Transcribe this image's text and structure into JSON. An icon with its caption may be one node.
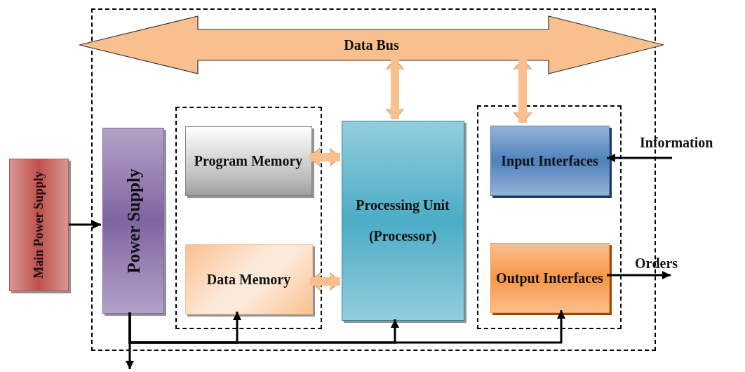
{
  "diagram": {
    "nodes": [
      {
        "text": [],
        "shape": "box"
      },
      {
        "text": [
          "Data Bus"
        ],
        "in": 0
      },
      {
        "text": [],
        "shape": "box",
        "in": 0
      },
      {
        "text": [
          "Program Memory"
        ],
        "in": 2
      },
      {
        "text": [
          "Data Memory"
        ],
        "in": 2
      },
      {
        "text": [
          "Power Supply"
        ],
        "in": 0
      },
      {
        "text": [
          "Processing Unit",
          "(Processor)"
        ],
        "in": 0
      },
      {
        "text": [],
        "shape": "box",
        "in": 0
      },
      {
        "text": [
          "Input Interfaces"
        ],
        "in": 7
      },
      {
        "text": [
          "Output Interfaces"
        ],
        "in": 7
      },
      {
        "text": [
          "Main Power Supply"
        ]
      },
      {
        "text": [
          "Information"
        ]
      },
      {
        "text": [
          "Orders"
        ]
      }
    ],
    "edges": [
      {
        "from": 10,
        "to": 5,
        "arrow": "to"
      },
      {
        "from": 1,
        "to": 6,
        "arrow": "both",
        "style": "thick",
        "color": "#f9c08f"
      },
      {
        "from": 1,
        "to": 8,
        "arrow": "both",
        "style": "thick",
        "color": "#f9c08f"
      },
      {
        "from": 3,
        "to": 6,
        "arrow": "both",
        "style": "thick",
        "color": "#f9c08f"
      },
      {
        "from": 4,
        "to": 6,
        "arrow": "both",
        "style": "thick",
        "color": "#f9c08f"
      },
      {
        "from": 11,
        "to": 8,
        "arrow": "to"
      },
      {
        "from": 9,
        "to": 12,
        "arrow": "to"
      },
      {
        "from": 5,
        "to": 4,
        "arrow": "to"
      },
      {
        "from": 5,
        "to": 6,
        "arrow": "to"
      },
      {
        "from": 5,
        "to": 9,
        "arrow": "to"
      },
      {
        "from": 5,
        "to": null,
        "arrow": "to"
      }
    ]
  }
}
